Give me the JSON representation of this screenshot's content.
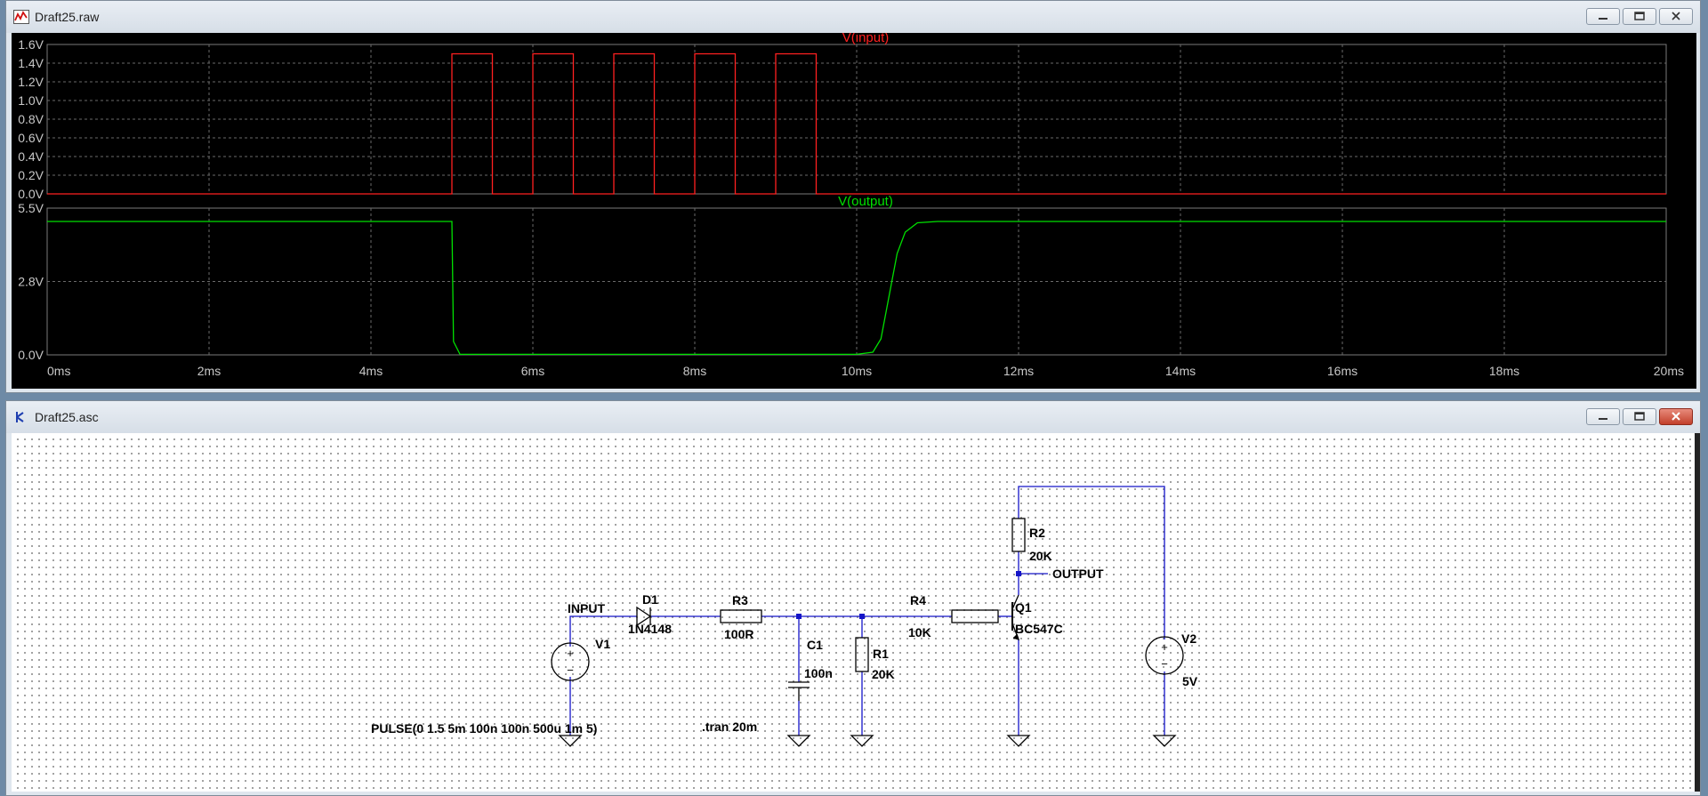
{
  "raw_window": {
    "title": "Draft25.raw",
    "icon": "waveform-icon"
  },
  "asc_window": {
    "title": "Draft25.asc",
    "icon": "schematic-icon"
  },
  "colors": {
    "input_trace": "#ff2020",
    "output_trace": "#00e000",
    "grid": "#6a6a6a",
    "wire": "#1414c8"
  },
  "chart_data": [
    {
      "type": "line",
      "title": "V(input)",
      "x_unit": "ms",
      "y_unit": "V",
      "xlim": [
        0,
        20
      ],
      "ylim": [
        0,
        1.6
      ],
      "x_ticks": [
        "0ms",
        "2ms",
        "4ms",
        "6ms",
        "8ms",
        "10ms",
        "12ms",
        "14ms",
        "16ms",
        "18ms",
        "20ms"
      ],
      "y_ticks": [
        "1.6V",
        "1.4V",
        "1.2V",
        "1.0V",
        "0.8V",
        "0.6V",
        "0.4V",
        "0.2V",
        "0.0V"
      ],
      "grid": true,
      "series": [
        {
          "name": "V(input)",
          "color": "#ff2020",
          "x": [
            0,
            5,
            5,
            5.5,
            5.5,
            6,
            6,
            6.5,
            6.5,
            7,
            7,
            7.5,
            7.5,
            8,
            8,
            8.5,
            8.5,
            9,
            9,
            9.5,
            9.5,
            20
          ],
          "y": [
            0,
            0,
            1.5,
            1.5,
            0,
            0,
            1.5,
            1.5,
            0,
            0,
            1.5,
            1.5,
            0,
            0,
            1.5,
            1.5,
            0,
            0,
            1.5,
            1.5,
            0,
            0
          ]
        }
      ]
    },
    {
      "type": "line",
      "title": "V(output)",
      "x_unit": "ms",
      "y_unit": "V",
      "xlim": [
        0,
        20
      ],
      "ylim": [
        0,
        5.5
      ],
      "x_ticks": [
        "0ms",
        "2ms",
        "4ms",
        "6ms",
        "8ms",
        "10ms",
        "12ms",
        "14ms",
        "16ms",
        "18ms",
        "20ms"
      ],
      "y_ticks": [
        "5.5V",
        "2.8V",
        "0.0V"
      ],
      "grid": true,
      "series": [
        {
          "name": "V(output)",
          "color": "#00e000",
          "x": [
            0,
            5,
            5.02,
            5.1,
            10.0,
            10.2,
            10.3,
            10.4,
            10.5,
            10.6,
            10.75,
            11,
            20
          ],
          "y": [
            5.0,
            5.0,
            0.5,
            0.02,
            0.02,
            0.1,
            0.6,
            2.2,
            3.8,
            4.6,
            4.95,
            5.0,
            5.0
          ]
        }
      ]
    }
  ],
  "schematic": {
    "labels": {
      "input_net": "INPUT",
      "output_net": "OUTPUT",
      "v1": "V1",
      "v2": "V2",
      "v2_value": "5V",
      "d1": "D1",
      "d1_model": "1N4148",
      "r3": "R3",
      "r3_value": "100R",
      "c1": "C1",
      "c1_value": "100n",
      "r1": "R1",
      "r1_value": "20K",
      "r4": "R4",
      "r4_value": "10K",
      "q1": "Q1",
      "q1_model": "BC547C",
      "r2": "R2",
      "r2_value": "20K",
      "pulse_spec": "PULSE(0 1.5 5m 100n 100n 500u 1m 5)",
      "tran_directive": ".tran 20m",
      "plus": "+",
      "minus": "−"
    }
  }
}
